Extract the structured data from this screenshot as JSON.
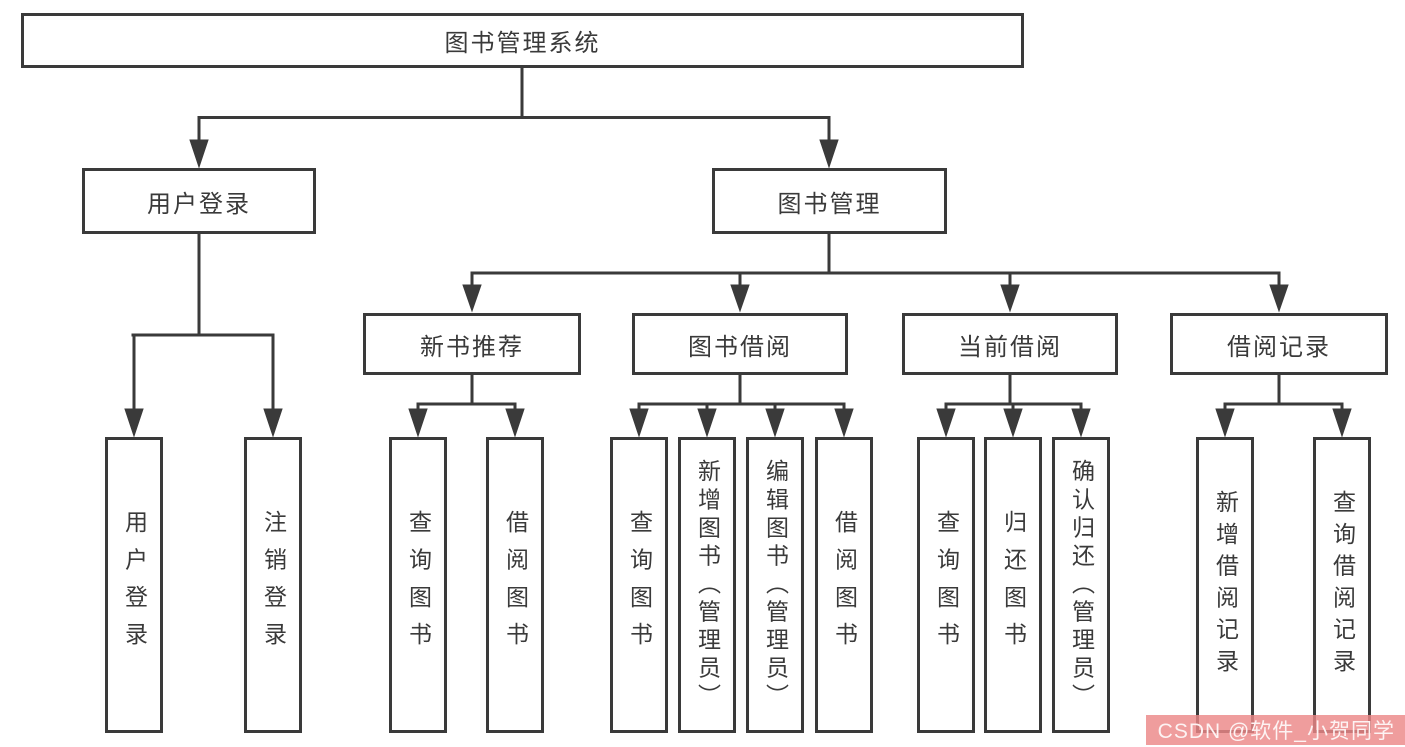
{
  "root_label": "图书管理系统",
  "branches": {
    "user_login": {
      "label": "用户登录",
      "children": [
        "用户登录",
        "注销登录"
      ]
    },
    "book_mgmt": {
      "label": "图书管理",
      "sections": {
        "new_book": {
          "label": "新书推荐",
          "children": [
            "查询图书",
            "借阅图书"
          ]
        },
        "book_borrow": {
          "label": "图书借阅",
          "children": [
            "查询图书",
            "新增图书（管理员）",
            "编辑图书（管理员）",
            "借阅图书"
          ]
        },
        "current_borrow": {
          "label": "当前借阅",
          "children": [
            "查询图书",
            "归还图书",
            "确认归还（管理员）"
          ]
        },
        "borrow_record": {
          "label": "借阅记录",
          "children": [
            "新增借阅记录",
            "查询借阅记录"
          ]
        }
      }
    }
  },
  "watermark": "CSDN @软件_小贺同学",
  "colors": {
    "line": "#3a3a3a",
    "text": "#3a3a3a",
    "box_bg": "#ffffff",
    "watermark_bg": "#ec8888",
    "watermark_text": "#fdf3f3"
  }
}
